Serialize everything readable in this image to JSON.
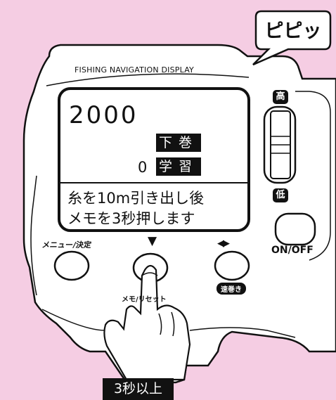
{
  "device": {
    "brand_label": "FISHING NAVIGATION DISPLAY",
    "speech_bubble": "ピピッ"
  },
  "lcd": {
    "depth_value": "2000",
    "counter_value": "0",
    "tag_top": "下巻",
    "tag_bottom": "学習",
    "message_line1": "糸を10m引き出し後",
    "message_line2": "メモを3秒押します"
  },
  "controls": {
    "high_label": "高",
    "low_label": "低",
    "power_label": "ON/OFF",
    "menu_label": "メニュー/決定",
    "memo_label": "メモ/リセット",
    "fast_label": "速巻き",
    "down_symbol": "▼",
    "lr_symbol": "◀▶"
  },
  "instruction": {
    "hold_label": "3秒以上"
  },
  "icons": [
    "pointing-finger-icon",
    "speech-bubble-icon",
    "arrow-down-icon",
    "arrow-left-right-icon"
  ],
  "colors": {
    "background": "#f5cde3",
    "ink": "#111111",
    "device_body": "#ffffff"
  }
}
